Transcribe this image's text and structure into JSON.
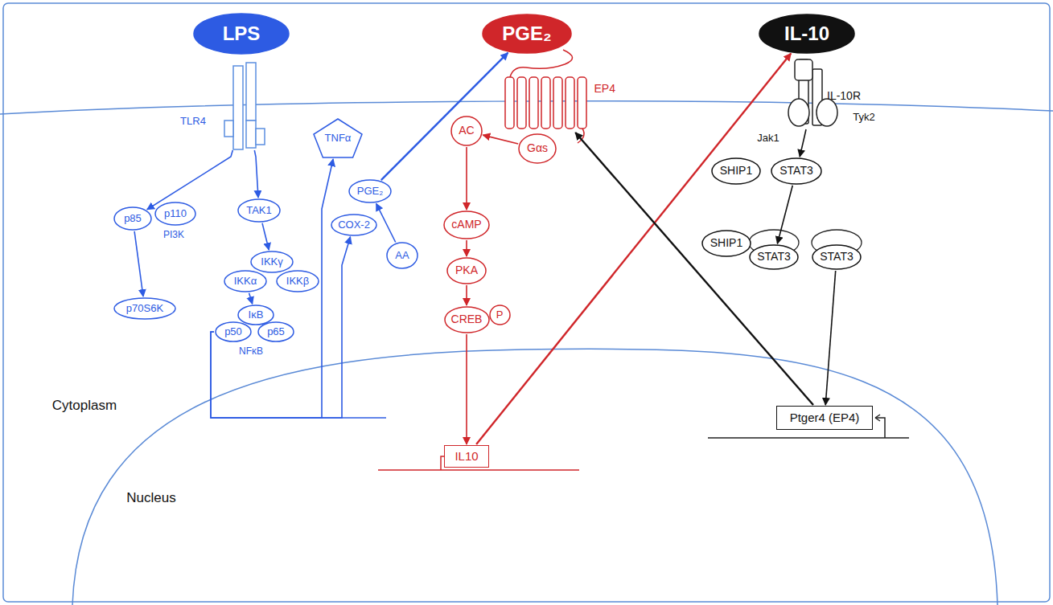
{
  "diagram": {
    "nodes": [
      {
        "text": [
          "LPS"
        ]
      },
      {
        "text": [
          "PGE₂"
        ]
      },
      {
        "text": [
          "IL-10"
        ]
      },
      {
        "text": [
          "TLR4"
        ]
      },
      {
        "text": [
          "EP4"
        ]
      },
      {
        "text": [
          "IL-10R"
        ]
      },
      {
        "text": [
          "p85"
        ]
      },
      {
        "text": [
          "p110"
        ]
      },
      {
        "text": [
          "TAK1"
        ]
      },
      {
        "text": [
          "TNFα"
        ]
      },
      {
        "text": [
          "PGE₂"
        ]
      },
      {
        "text": [
          "AC"
        ]
      },
      {
        "text": [
          "Gαs"
        ]
      },
      {
        "text": [
          "COX-2"
        ]
      },
      {
        "text": [
          "AA"
        ]
      },
      {
        "text": [
          "IKKγ"
        ]
      },
      {
        "text": [
          "IKKα"
        ]
      },
      {
        "text": [
          "IKKβ"
        ]
      },
      {
        "text": [
          "cAMP"
        ]
      },
      {
        "text": [
          "PKA"
        ]
      },
      {
        "text": [
          "p70S6K"
        ]
      },
      {
        "text": [
          "IκB"
        ]
      },
      {
        "text": [
          "p50"
        ]
      },
      {
        "text": [
          "p65"
        ]
      },
      {
        "text": [
          "SHIP1"
        ]
      },
      {
        "text": [
          "STAT3"
        ]
      },
      {
        "text": [
          "SHIP1"
        ]
      },
      {
        "text": [
          "STAT3"
        ]
      },
      {
        "text": [
          "STAT3"
        ]
      },
      {
        "text": [
          "CREB"
        ]
      },
      {
        "text": [
          "P"
        ]
      },
      {
        "text": [
          "IL10"
        ]
      },
      {
        "text": [
          "Ptger4 (EP4)"
        ]
      }
    ],
    "edges": [
      {
        "from": 3,
        "to": 6,
        "arrow": "to"
      },
      {
        "from": 3,
        "to": 8,
        "arrow": "to"
      },
      {
        "from": 6,
        "to": 20,
        "arrow": "to"
      },
      {
        "from": 8,
        "to": 15,
        "arrow": "to"
      },
      {
        "from": 16,
        "to": 21,
        "arrow": "to"
      },
      {
        "from": 22,
        "to": 9,
        "arrow": "to"
      },
      {
        "from": 22,
        "to": 13,
        "arrow": "to"
      },
      {
        "from": 14,
        "to": 10,
        "arrow": "to"
      },
      {
        "from": 10,
        "to": 1,
        "arrow": "to"
      },
      {
        "from": 12,
        "to": 11,
        "arrow": "to"
      },
      {
        "from": 11,
        "to": 18,
        "arrow": "to"
      },
      {
        "from": 18,
        "to": 19,
        "arrow": "to"
      },
      {
        "from": 19,
        "to": 29,
        "arrow": "to"
      },
      {
        "from": 29,
        "to": 31,
        "arrow": "to"
      },
      {
        "from": 31,
        "to": 2,
        "arrow": "to"
      },
      {
        "from": 5,
        "to": 25,
        "arrow": "to"
      },
      {
        "from": 25,
        "to": 27,
        "arrow": "to"
      },
      {
        "from": 28,
        "to": 32,
        "arrow": "to"
      },
      {
        "from": 32,
        "to": 4,
        "arrow": "to"
      }
    ],
    "labels": [
      "PI3K",
      "NFκB",
      "Cytoplasm",
      "Nucleus",
      "Jak1",
      "Tyk2"
    ]
  }
}
